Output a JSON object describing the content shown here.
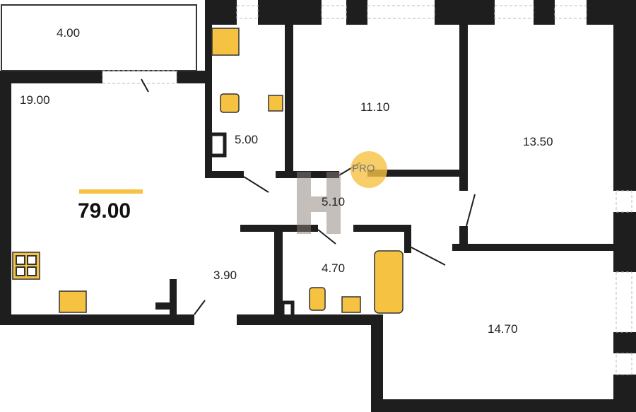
{
  "plan": {
    "total_area": "79.00",
    "rooms": [
      {
        "id": "balcony",
        "area": "4.00"
      },
      {
        "id": "living",
        "area": "19.00"
      },
      {
        "id": "bathroom-1",
        "area": "5.00"
      },
      {
        "id": "bedroom-1",
        "area": "11.10"
      },
      {
        "id": "bedroom-2",
        "area": "13.50"
      },
      {
        "id": "hallway",
        "area": "5.10"
      },
      {
        "id": "bathroom-2",
        "area": "4.70"
      },
      {
        "id": "entry",
        "area": "3.90"
      },
      {
        "id": "bedroom-3",
        "area": "14.70"
      }
    ],
    "watermark": "PRO"
  },
  "colors": {
    "wall": "#1e1e1e",
    "fixture": "#f5c242",
    "accent": "#f5c242"
  }
}
